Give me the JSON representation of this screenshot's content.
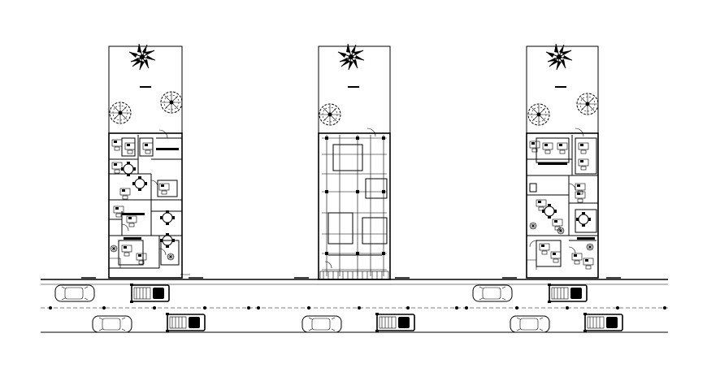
{
  "drawing": {
    "type": "architectural-site-plan",
    "line_color": "#000000",
    "background": "#ffffff",
    "plans": [
      {
        "name": "plan-left",
        "style": "furnished",
        "trees": [
          "palm",
          "round",
          "round"
        ]
      },
      {
        "name": "plan-middle",
        "style": "structural",
        "trees": [
          "palm",
          "round"
        ]
      },
      {
        "name": "plan-right",
        "style": "furnished",
        "trees": [
          "palm",
          "round",
          "round"
        ]
      }
    ],
    "road": {
      "lanes": 2,
      "divider": "dotted-line-with-posts",
      "vehicles_upper_lane": [
        "car",
        "pickup-truck",
        "car",
        "pickup-truck"
      ],
      "vehicles_lower_lane": [
        "car",
        "pickup-truck",
        "car",
        "pickup-truck",
        "car",
        "pickup-truck"
      ]
    }
  }
}
